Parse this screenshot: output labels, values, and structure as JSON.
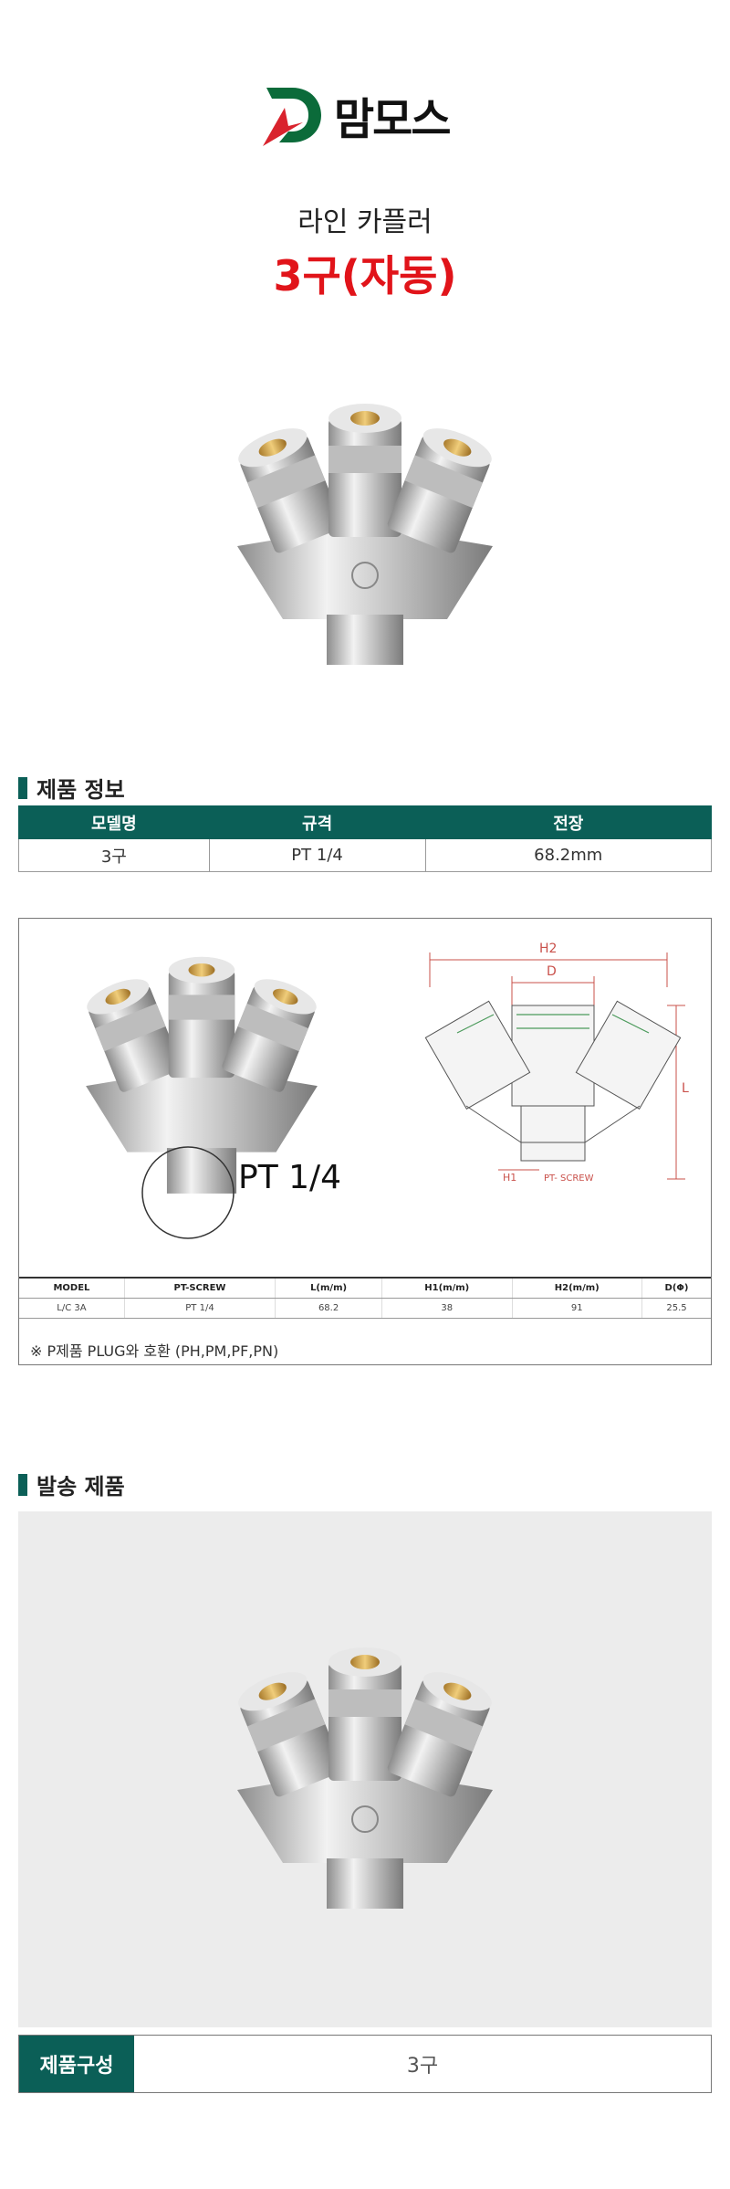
{
  "brand": {
    "name": "맘모스"
  },
  "product": {
    "subtitle": "라인 카플러",
    "title": "3구(자동)"
  },
  "sections": {
    "info": {
      "heading": "제품 정보"
    },
    "shipping": {
      "heading": "발송 제품"
    }
  },
  "info_table": {
    "headers": [
      "모델명",
      "규격",
      "전장"
    ],
    "row": [
      "3구",
      "PT 1/4",
      "68.2mm"
    ]
  },
  "spec": {
    "thread_label": "PT 1/4",
    "drawing_labels": {
      "h2": "H2",
      "d": "D",
      "l": "L",
      "h1": "H1",
      "screw": "PT- SCREW"
    },
    "table_headers": [
      "MODEL",
      "PT-SCREW",
      "L(m/m)",
      "H1(m/m)",
      "H2(m/m)",
      "D(Φ)"
    ],
    "table_row": [
      "L/C 3A",
      "PT 1/4",
      "68.2",
      "38",
      "91",
      "25.5"
    ],
    "note": "※ P제품 PLUG와 호환 (PH,PM,PF,PN)"
  },
  "composition": {
    "label": "제품구성",
    "value": "3구"
  },
  "colors": {
    "accent": "#0b5f57",
    "title_red": "#e1141a",
    "logo_red": "#d9232d",
    "logo_green": "#0b6b3a"
  }
}
